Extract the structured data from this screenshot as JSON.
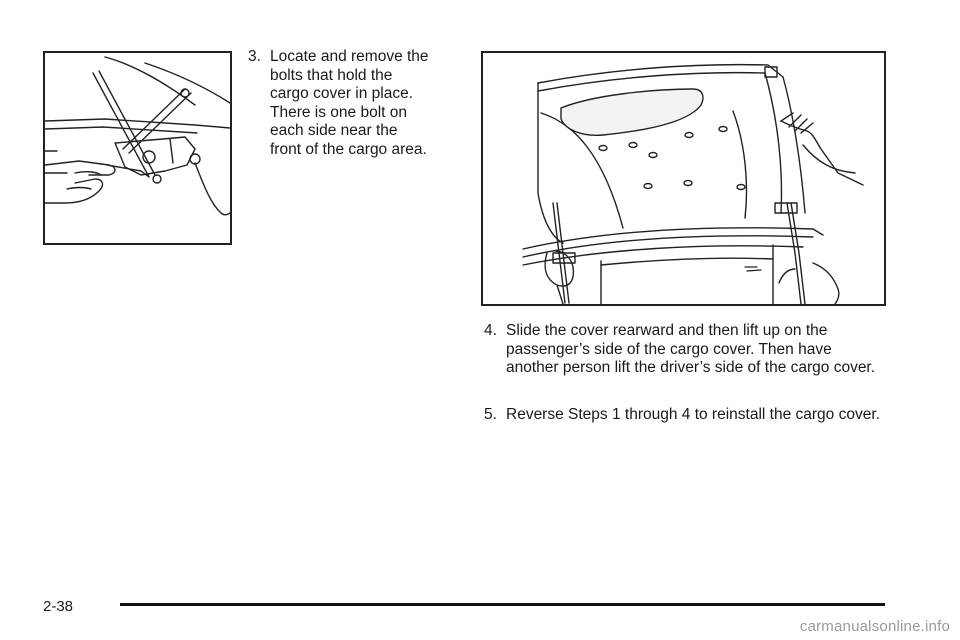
{
  "steps": [
    {
      "number": "3.",
      "text": "Locate and remove the bolts that hold the cargo cover in place. There is one bolt on each side near the front of the cargo area."
    },
    {
      "number": "4.",
      "text": "Slide the cover rearward and then lift up on the passenger’s side of the cargo cover. Then have another person lift the driver’s side of the cargo cover."
    },
    {
      "number": "5.",
      "text": "Reverse Steps 1 through 4 to reinstall the cargo cover."
    }
  ],
  "figures": [
    {
      "name": "bolt-removal-illustration"
    },
    {
      "name": "cargo-cover-lift-illustration"
    }
  ],
  "footer": {
    "page_number": "2-38"
  },
  "watermark": {
    "text": "carmanualsonline.info"
  },
  "colors": {
    "text": "#1a1a1a",
    "rule": "#111111",
    "watermark": "#9a9a9a"
  }
}
